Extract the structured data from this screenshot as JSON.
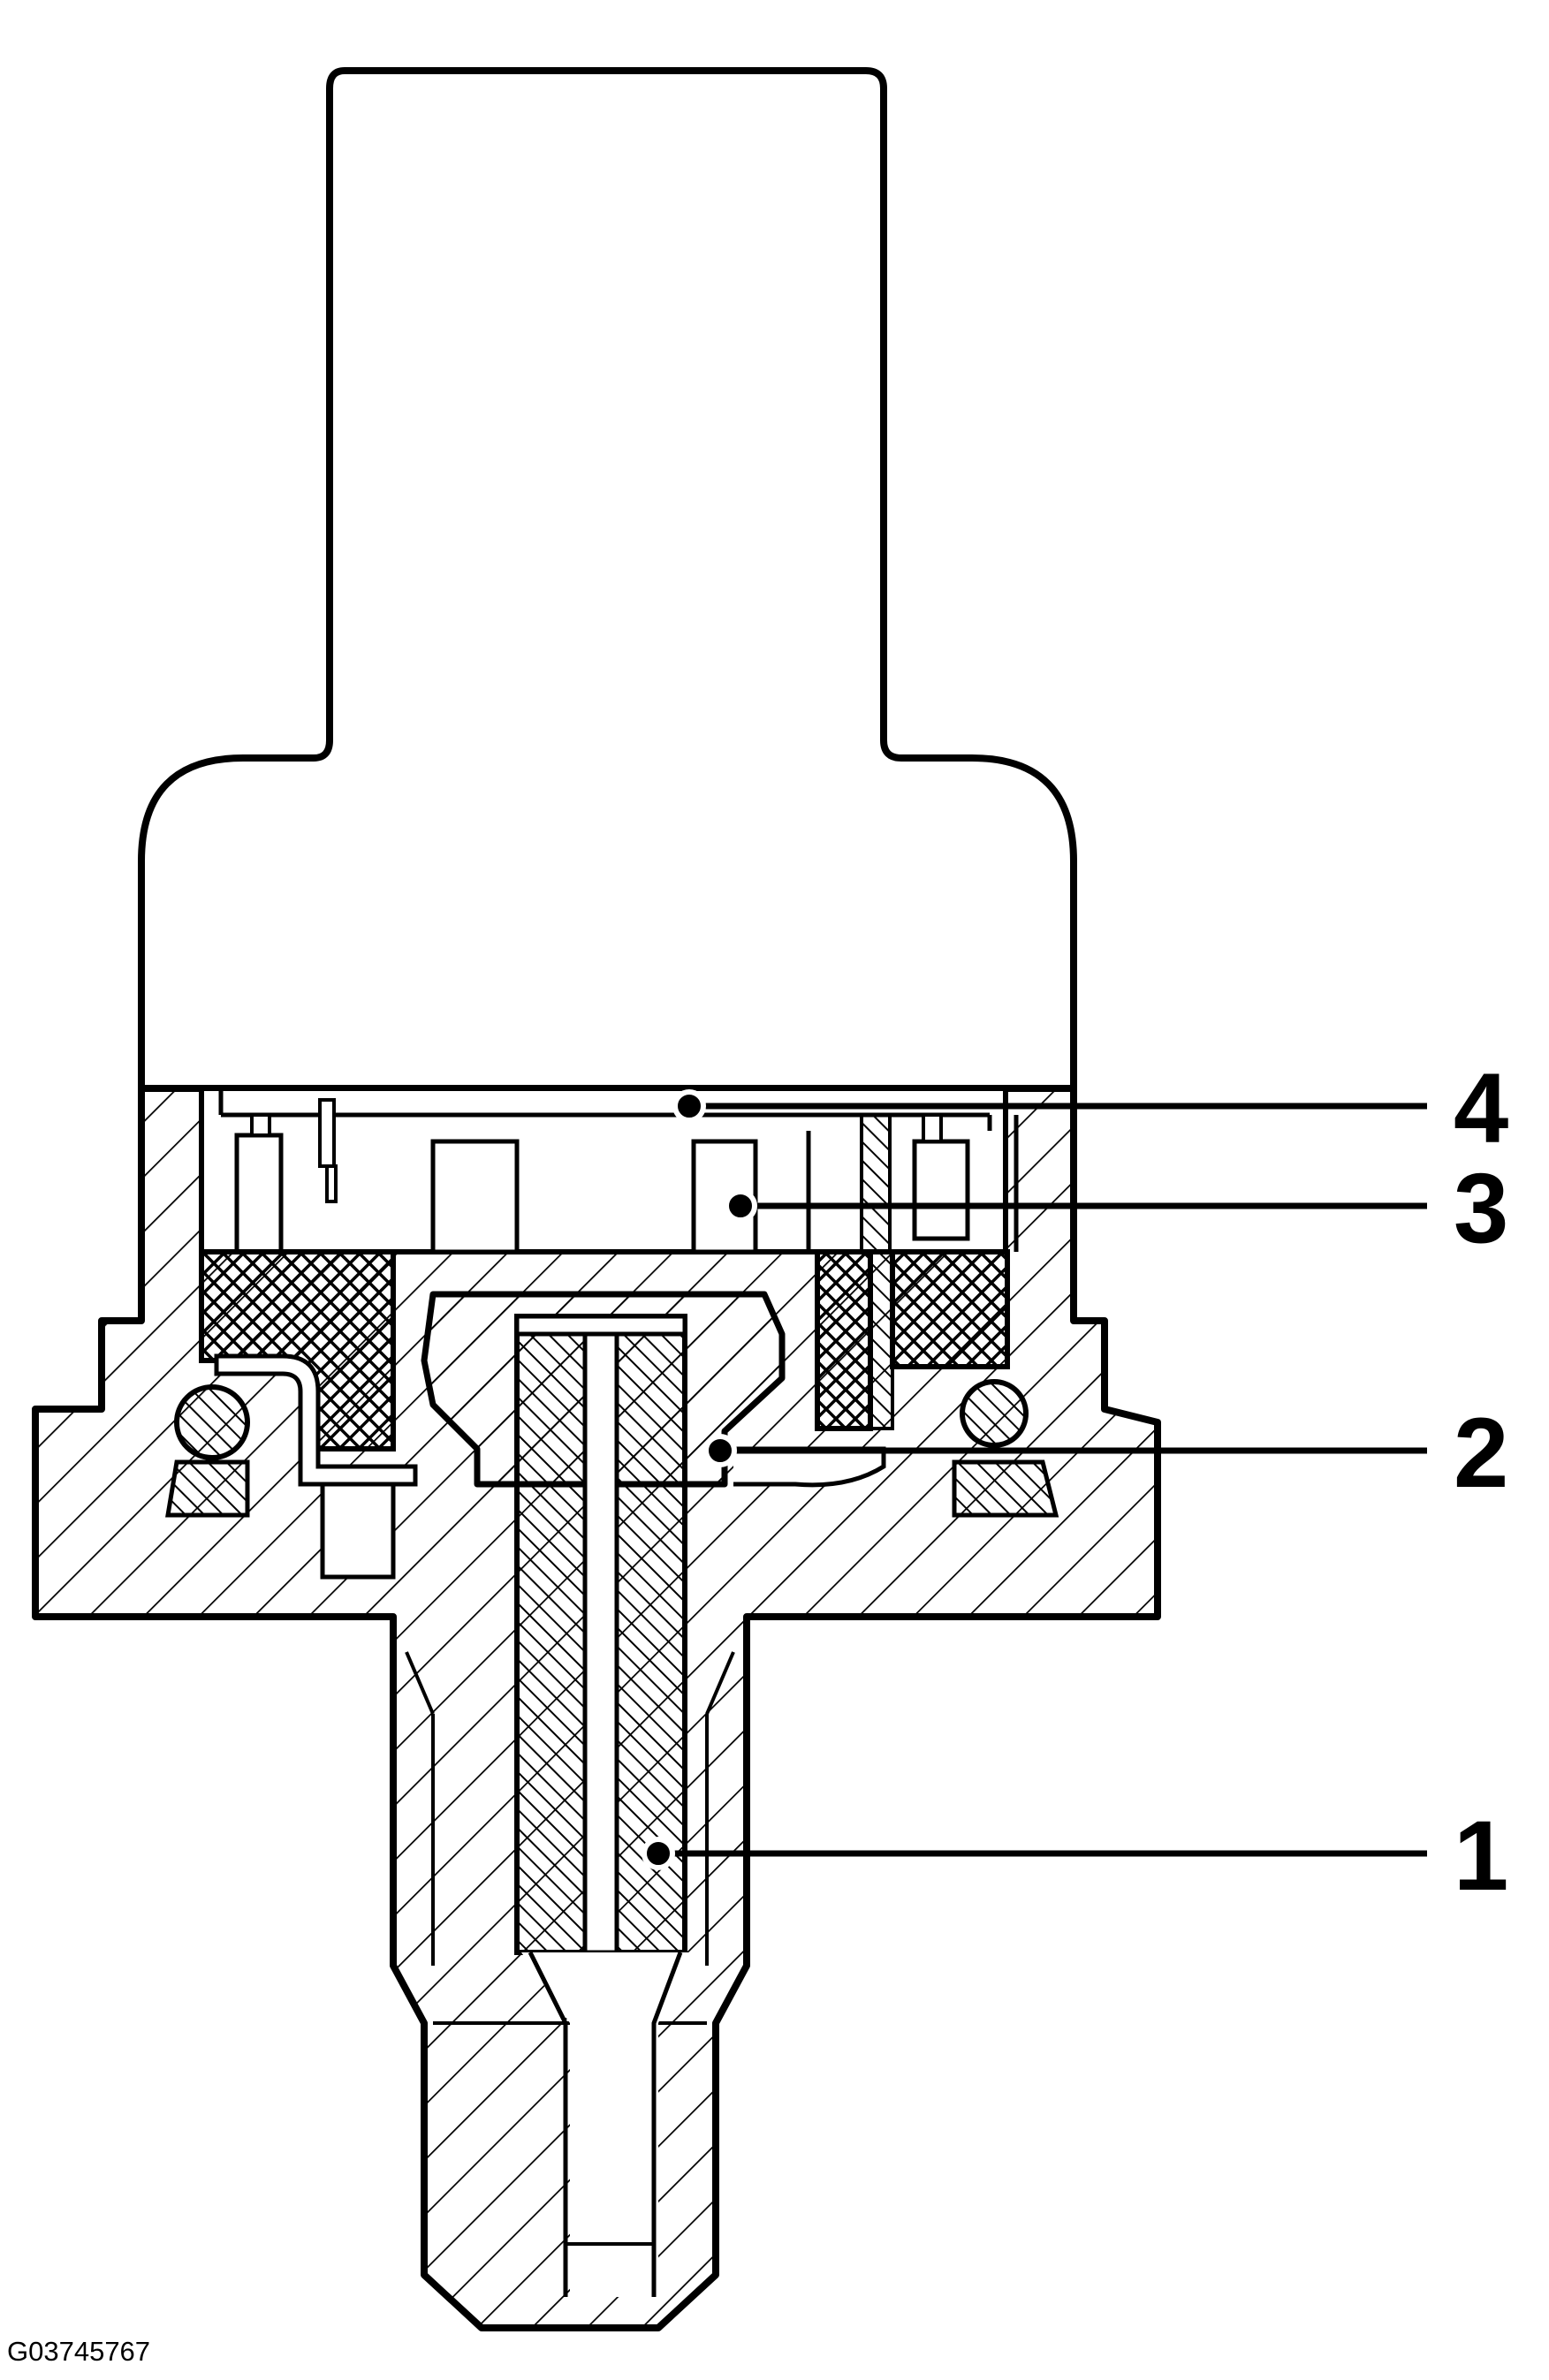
{
  "callouts": [
    {
      "number": "1"
    },
    {
      "number": "2"
    },
    {
      "number": "3"
    },
    {
      "number": "4"
    }
  ],
  "figure_id": "G03745767",
  "colors": {
    "ink": "#000000",
    "paper": "#ffffff"
  }
}
